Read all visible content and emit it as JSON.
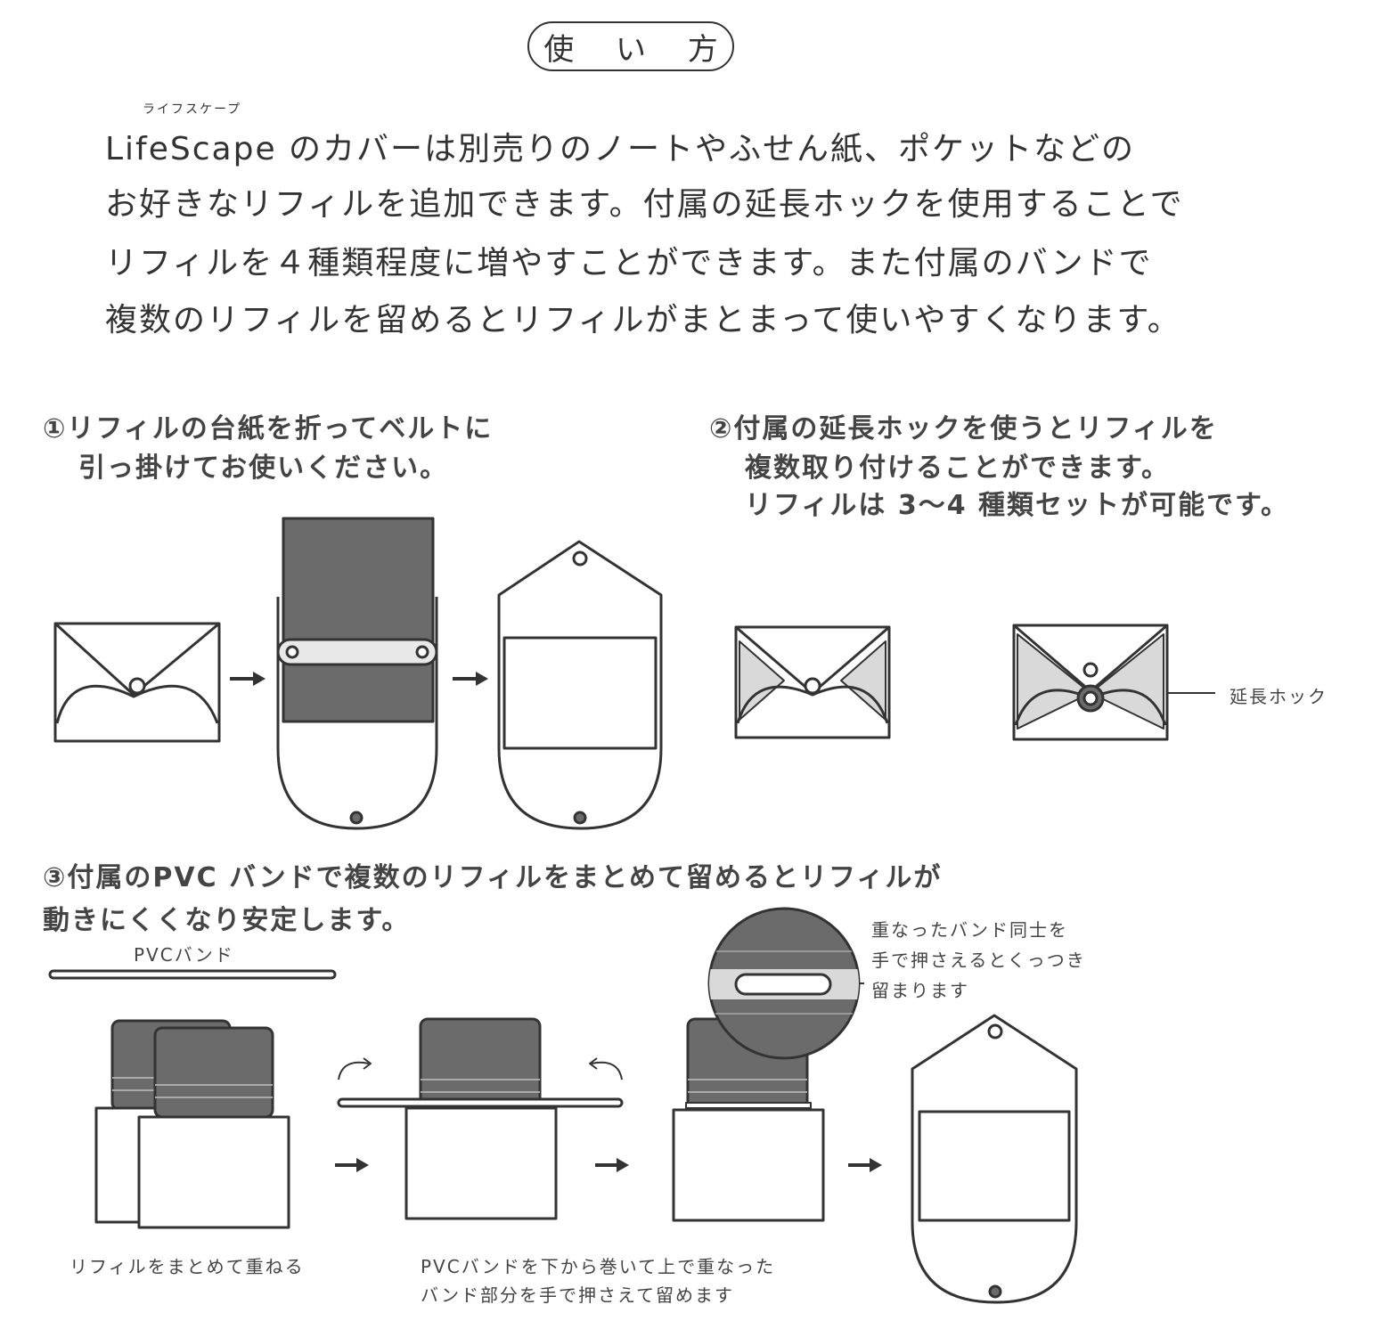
{
  "title": "使 い 方",
  "intro": {
    "ruby": "ライフスケープ",
    "lines": [
      "LifeScape のカバーは別売りのノートやふせん紙、ポケットなどの",
      "お好きなリフィルを追加できます。付属の延長ホックを使用することで",
      "リフィルを４種類程度に増やすことができます。また付属のバンドで",
      "複数のリフィルを留めるとリフィルがまとまって使いやすくなります。"
    ]
  },
  "step1": {
    "lines": [
      "①リフィルの台紙を折ってベルトに",
      "引っ掛けてお使いください。"
    ]
  },
  "step2": {
    "lines": [
      "②付属の延長ホックを使うとリフィルを",
      "複数取り付けることができます。",
      "リフィルは 3〜4 種類セットが可能です。"
    ],
    "hook_label": "延長ホック"
  },
  "step3": {
    "lines": [
      "③付属のPVC バンドで複数のリフィルをまとめて留めるとリフィルが",
      "動きにくくなり安定します。"
    ],
    "band_label": "PVCバンド",
    "zoom_note": [
      "重なったバンド同士を",
      "手で押さえるとくっつき",
      "留まります"
    ],
    "caption_stack": "リフィルをまとめて重ねる",
    "caption_wrap": [
      "PVCバンドを下から巻いて上で重なった",
      "バンド部分を手で押さえて留めます"
    ]
  },
  "colors": {
    "line": "#333333",
    "refill_dark": "#6b6b6b",
    "fill_light": "#d9d9d9",
    "white": "#ffffff"
  }
}
